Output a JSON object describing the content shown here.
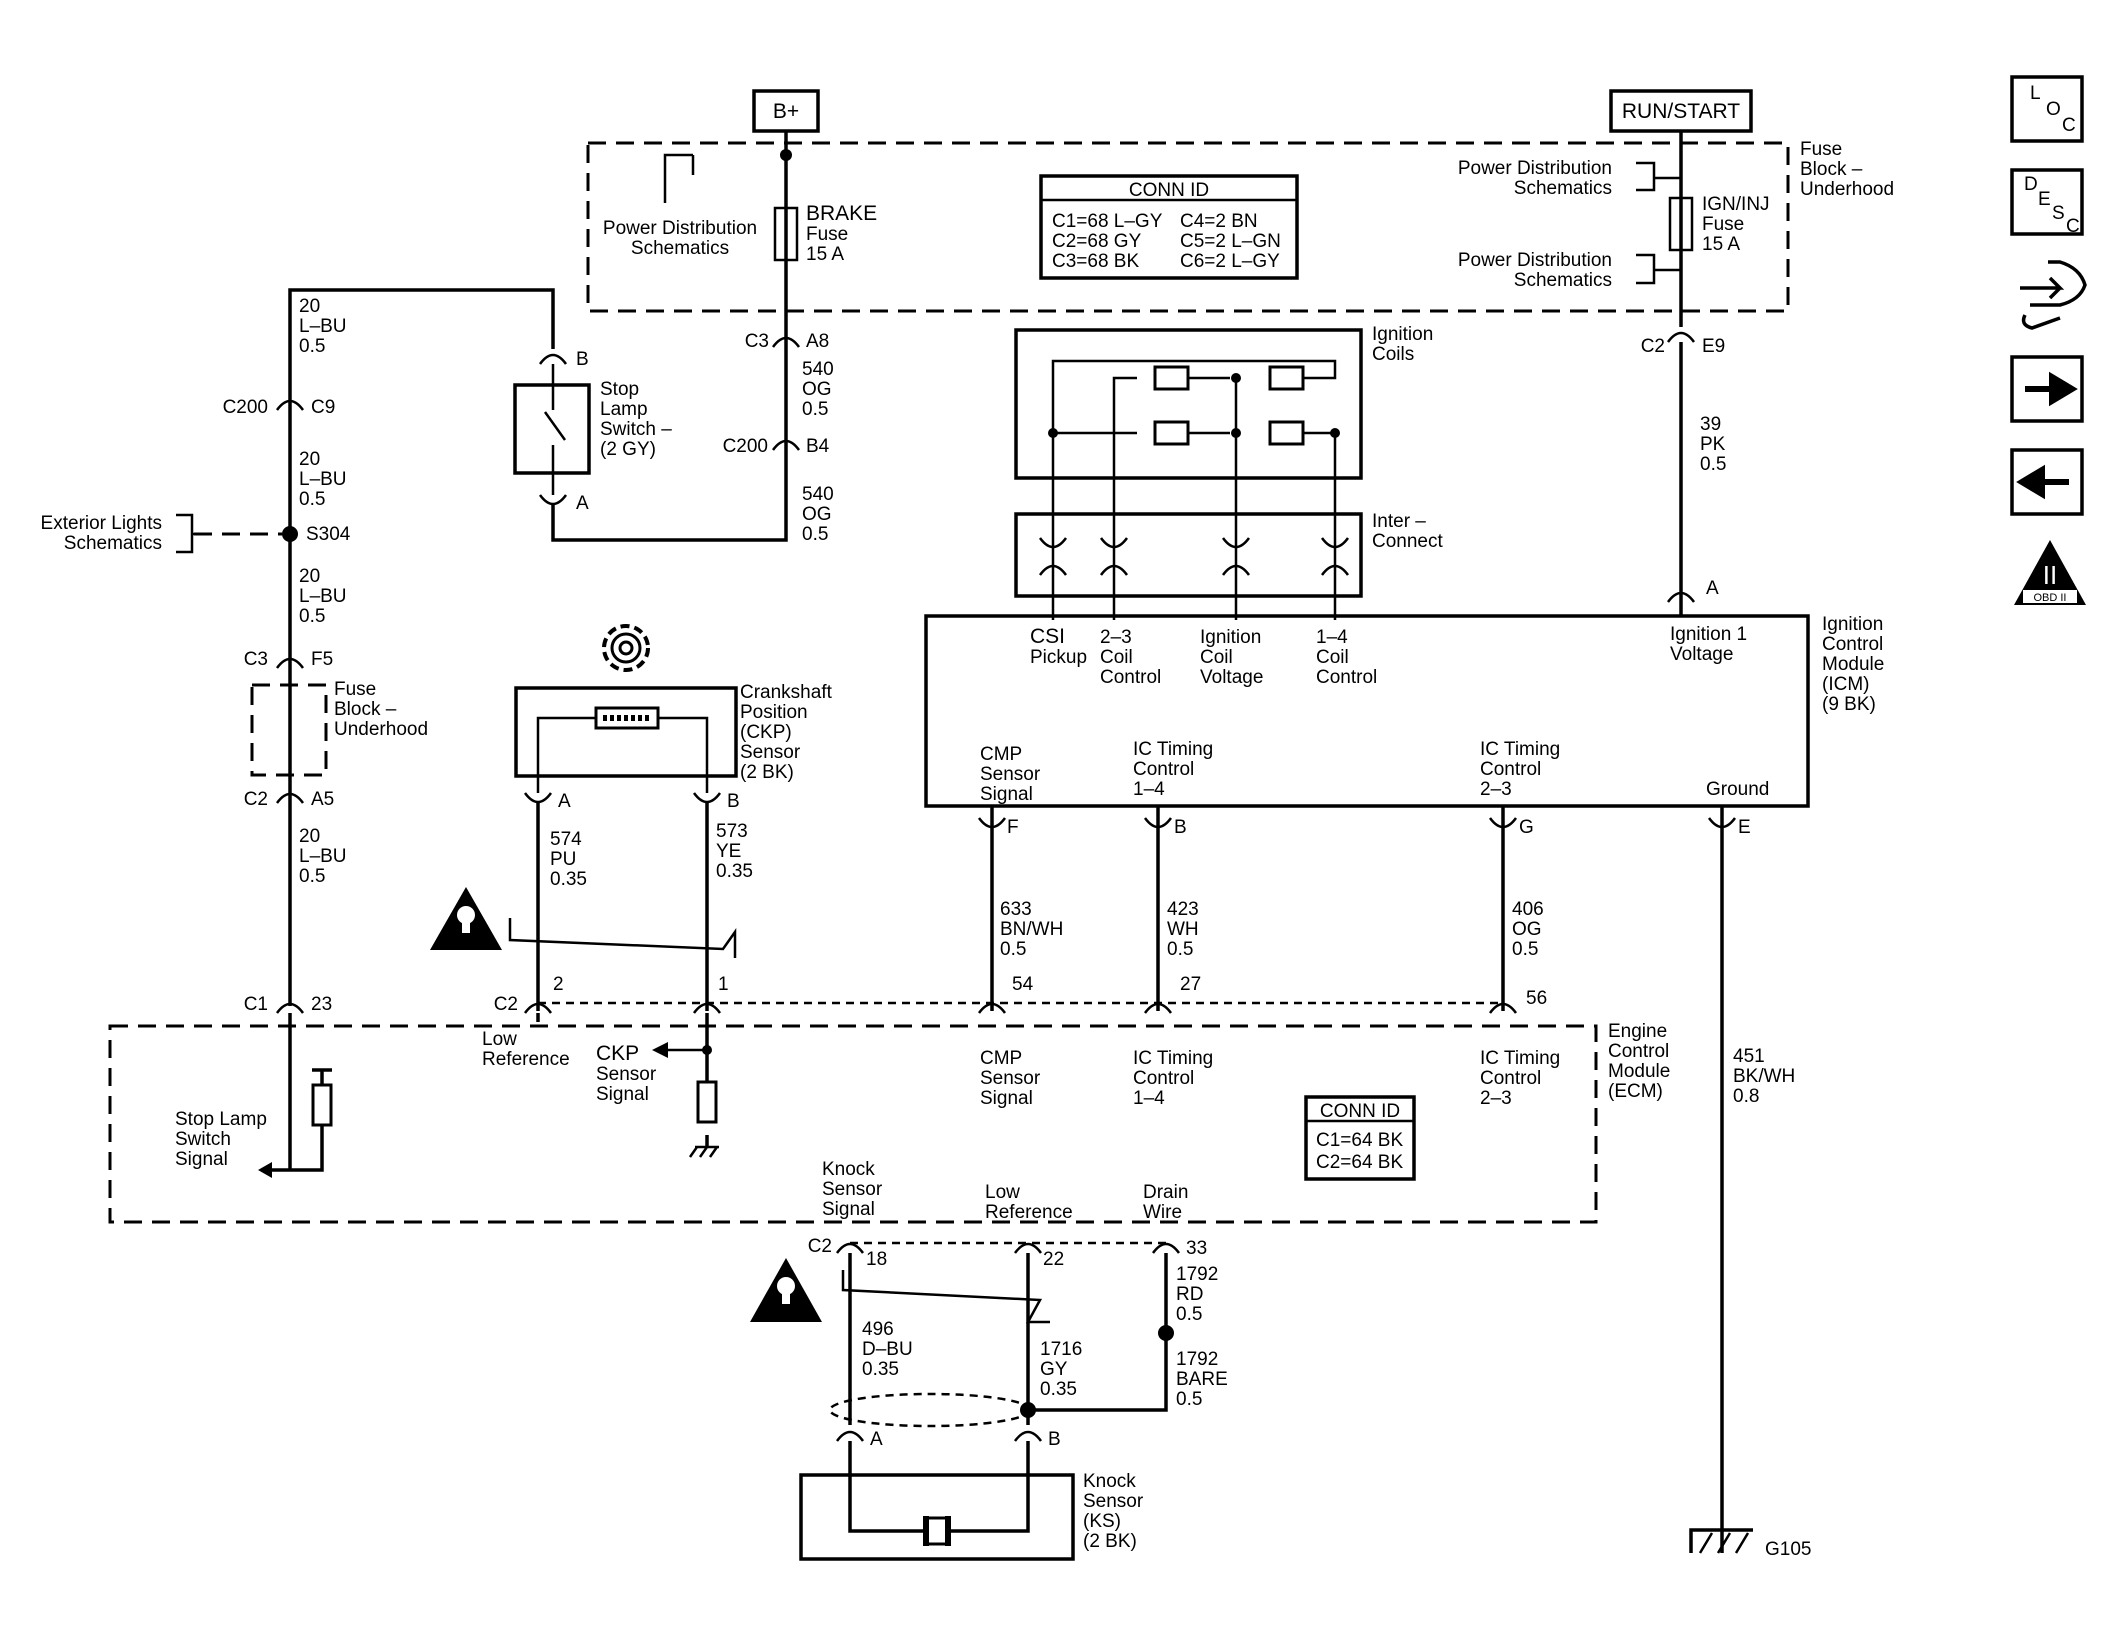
{
  "power": {
    "bplus": "B+",
    "runstart": "RUN/START"
  },
  "fuse_block_top": {
    "label_l1": "Fuse",
    "label_l2": "Block –",
    "label_l3": "Underhood",
    "pds_left_l1": "Power Distribution",
    "pds_left_l2": "Schematics",
    "brake_fuse_l1": "BRAKE",
    "brake_fuse_l2": "Fuse",
    "brake_fuse_l3": "15 A",
    "pds_right_top_l1": "Power Distribution",
    "pds_right_top_l2": "Schematics",
    "pds_right_bot_l1": "Power Distribution",
    "pds_right_bot_l2": "Schematics",
    "ign_fuse_l1": "IGN/INJ",
    "ign_fuse_l2": "Fuse",
    "ign_fuse_l3": "15 A"
  },
  "conn_id_top": {
    "title": "CONN ID",
    "c1": "C1=68 L–GY",
    "c2": "C2=68 GY",
    "c3": "C3=68 BK",
    "c4": "C4=2 BN",
    "c5": "C5=2 L–GN",
    "c6": "C6=2 L–GY"
  },
  "conn_id_ecm": {
    "title": "CONN ID",
    "c1": "C1=64 BK",
    "c2": "C2=64 BK"
  },
  "left_branch": {
    "w1_l1": "20",
    "w1_l2": "L–BU",
    "w1_l3": "0.5",
    "c200": "C200",
    "c9": "C9",
    "w2_l1": "20",
    "w2_l2": "L–BU",
    "w2_l3": "0.5",
    "ext_l1": "Exterior Lights",
    "ext_l2": "Schematics",
    "s304": "S304",
    "w3_l1": "20",
    "w3_l2": "L–BU",
    "w3_l3": "0.5",
    "c3": "C3",
    "f5": "F5",
    "fb_l1": "Fuse",
    "fb_l2": "Block –",
    "fb_l3": "Underhood",
    "c2": "C2",
    "a5": "A5",
    "w4_l1": "20",
    "w4_l2": "L–BU",
    "w4_l3": "0.5",
    "c1": "C1",
    "pin23": "23"
  },
  "stop_lamp": {
    "b": "B",
    "a": "A",
    "l1": "Stop",
    "l2": "Lamp",
    "l3": "Switch –",
    "l4": "(2 GY)"
  },
  "brake_wire": {
    "c3": "C3",
    "a8": "A8",
    "w1_l1": "540",
    "w1_l2": "OG",
    "w1_l3": "0.5",
    "c200": "C200",
    "b4": "B4",
    "w2_l1": "540",
    "w2_l2": "OG",
    "w2_l3": "0.5"
  },
  "ckp": {
    "l1": "Crankshaft",
    "l2": "Position",
    "l3": "(CKP)",
    "l4": "Sensor",
    "l5": "(2 BK)",
    "pin_a": "A",
    "pin_b": "B",
    "wa_l1": "574",
    "wa_l2": "PU",
    "wa_l3": "0.35",
    "wb_l1": "573",
    "wb_l2": "YE",
    "wb_l3": "0.35"
  },
  "ignition": {
    "coils_l1": "Ignition",
    "coils_l2": "Coils",
    "inter_l1": "Inter –",
    "inter_l2": "Connect",
    "csi_l1": "CSI",
    "csi_l2": "Pickup",
    "c23_l1": "2–3",
    "c23_l2": "Coil",
    "c23_l3": "Control",
    "iv_l1": "Ignition",
    "iv_l2": "Coil",
    "iv_l3": "Voltage",
    "c14_l1": "1–4",
    "c14_l2": "Coil",
    "c14_l3": "Control",
    "ig1_l1": "Ignition 1",
    "ig1_l2": "Voltage",
    "icm_l1": "Ignition",
    "icm_l2": "Control",
    "icm_l3": "Module",
    "icm_l4": "(ICM)",
    "icm_l5": "(9 BK)",
    "cmp_l1": "CMP",
    "cmp_l2": "Sensor",
    "cmp_l3": "Signal",
    "ict14_l1": "IC Timing",
    "ict14_l2": "Control",
    "ict14_l3": "1–4",
    "ict23_l1": "IC Timing",
    "ict23_l2": "Control",
    "ict23_l3": "2–3",
    "ground": "Ground",
    "pin_a": "A",
    "pin_f": "F",
    "pin_b": "B",
    "pin_g": "G",
    "pin_e": "E",
    "c2": "C2",
    "e9": "E9",
    "w39_l1": "39",
    "w39_l2": "PK",
    "w39_l3": "0.5"
  },
  "icm_wires": {
    "w633_l1": "633",
    "w633_l2": "BN/WH",
    "w633_l3": "0.5",
    "w423_l1": "423",
    "w423_l2": "WH",
    "w423_l3": "0.5",
    "w406_l1": "406",
    "w406_l2": "OG",
    "w406_l3": "0.5",
    "w451_l1": "451",
    "w451_l2": "BK/WH",
    "w451_l3": "0.8",
    "g105": "G105"
  },
  "ecm": {
    "c2": "C2",
    "p2": "2",
    "p1": "1",
    "p54": "54",
    "p27": "27",
    "p56": "56",
    "low_l1": "Low",
    "low_l2": "Reference",
    "ckp_l1": "CKP",
    "ckp_l2": "Sensor",
    "ckp_l3": "Signal",
    "cmp_l1": "CMP",
    "cmp_l2": "Sensor",
    "cmp_l3": "Signal",
    "ict14_l1": "IC Timing",
    "ict14_l2": "Control",
    "ict14_l3": "1–4",
    "ict23_l1": "IC Timing",
    "ict23_l2": "Control",
    "ict23_l3": "2–3",
    "name_l1": "Engine",
    "name_l2": "Control",
    "name_l3": "Module",
    "name_l4": "(ECM)",
    "sls_l1": "Stop Lamp",
    "sls_l2": "Switch",
    "sls_l3": "Signal",
    "ks_l1": "Knock",
    "ks_l2": "Sensor",
    "ks_l3": "Signal",
    "lr_l1": "Low",
    "lr_l2": "Reference",
    "dw_l1": "Drain",
    "dw_l2": "Wire"
  },
  "knock": {
    "c2": "C2",
    "p18": "18",
    "p22": "22",
    "p33": "33",
    "w496_l1": "496",
    "w496_l2": "D–BU",
    "w496_l3": "0.35",
    "w1716_l1": "1716",
    "w1716_l2": "GY",
    "w1716_l3": "0.35",
    "w1792a_l1": "1792",
    "w1792a_l2": "RD",
    "w1792a_l3": "0.5",
    "w1792b_l1": "1792",
    "w1792b_l2": "BARE",
    "w1792b_l3": "0.5",
    "pin_a": "A",
    "pin_b": "B",
    "l1": "Knock",
    "l2": "Sensor",
    "l3": "(KS)",
    "l4": "(2 BK)"
  },
  "sidebar": {
    "loc": "LOC",
    "desc": "DESC",
    "obd": "OBD II"
  }
}
